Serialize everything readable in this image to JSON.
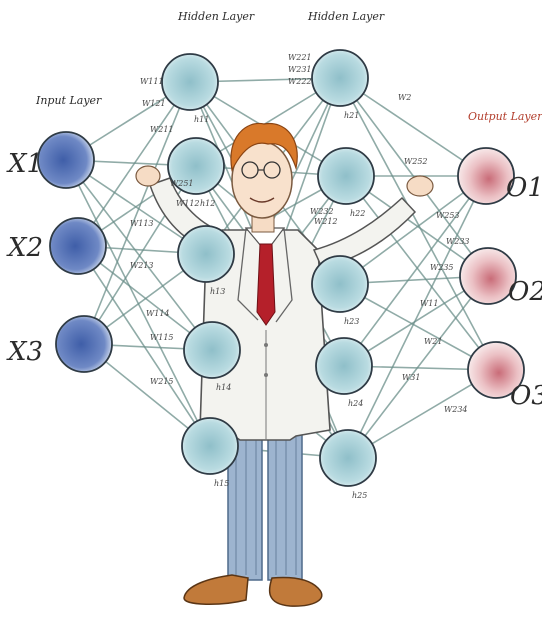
{
  "layers": {
    "input": "Input Layer",
    "hidden1": "Hidden Layer",
    "hidden2": "Hidden Layer",
    "output": "Output Layer"
  },
  "inputs": [
    "X1",
    "X2",
    "X3"
  ],
  "outputs": [
    "O1",
    "O2",
    "O3"
  ],
  "hidden1_nodes": [
    "h11",
    "h12",
    "h13",
    "h14",
    "h15"
  ],
  "hidden2_nodes": [
    "h21",
    "h22",
    "h23",
    "h24",
    "h25"
  ],
  "weights": [
    "W111",
    "W121",
    "W211",
    "W112",
    "W113",
    "W213",
    "W114",
    "W115",
    "W215",
    "W221",
    "W231",
    "W222",
    "W232",
    "W212",
    "W251",
    "W252",
    "W253",
    "W233",
    "W234",
    "W235",
    "W11",
    "W21",
    "W31",
    "W2"
  ],
  "colors": {
    "input_node": "#5d77b8",
    "hidden_node": "#a9cfd6",
    "output_node": "#d98a92",
    "edge": "#6b8f8a",
    "tie": "#b5202a",
    "hair": "#d9792a",
    "shoes": "#b8682b"
  }
}
